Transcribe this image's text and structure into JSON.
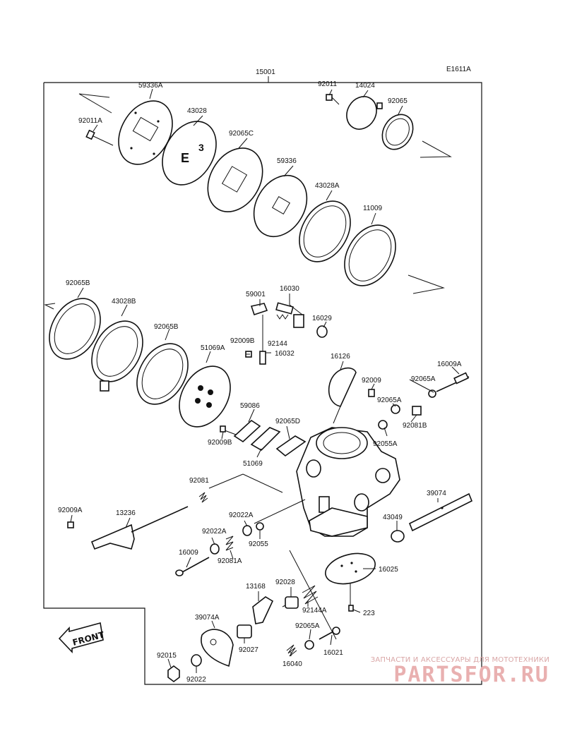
{
  "diagram_code": "E1611A",
  "assembly_part": "15001",
  "front_label": "FRONT",
  "watermark": {
    "caption": "ЗАПЧАСТИ И АКСЕССУАРЫ ДЛЯ МОТОТЕХНИКИ",
    "logo": "PARTSFOR.RU"
  },
  "part_labels": [
    "92011",
    "14024",
    "92065",
    "59336A",
    "43028",
    "92011A",
    "92065C",
    "59336",
    "43028A",
    "11009",
    "92065B",
    "43028B",
    "92065B",
    "59001",
    "16030",
    "16029",
    "92144",
    "92009B",
    "16032",
    "51069A",
    "16126",
    "16009A",
    "92009",
    "92065A",
    "92065A",
    "92081B",
    "59086",
    "92065D",
    "92009B",
    "51069",
    "92055A",
    "92081",
    "39074",
    "92009A",
    "13236",
    "92022A",
    "43049",
    "92022A",
    "92055",
    "16009",
    "92081A",
    "16025",
    "92028",
    "13168",
    "92144A",
    "223",
    "39074A",
    "92065A",
    "92027",
    "16021",
    "92015",
    "16040",
    "92022"
  ]
}
